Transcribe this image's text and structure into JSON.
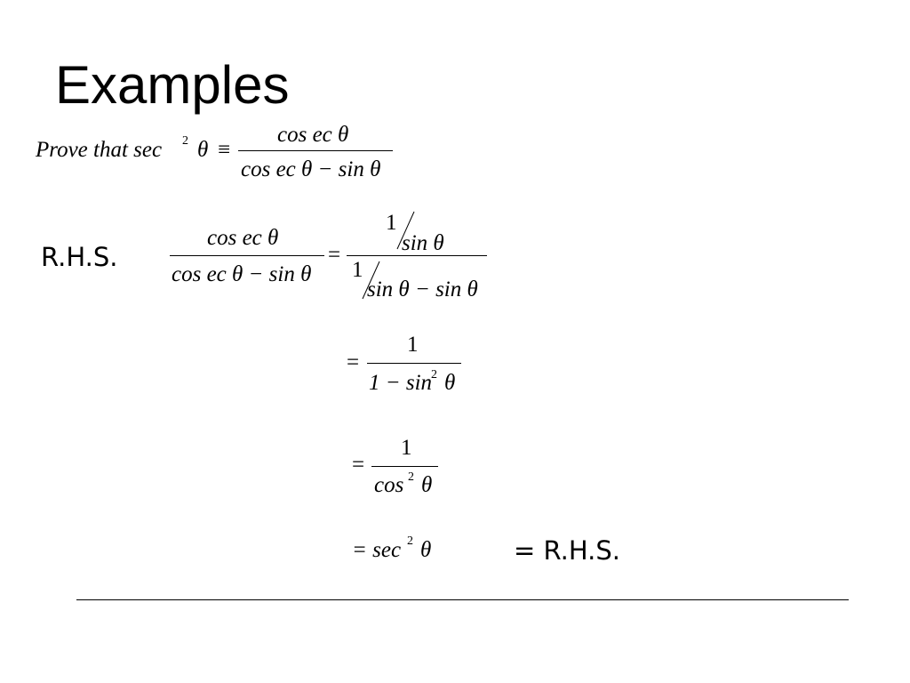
{
  "slide": {
    "title": "Examples",
    "statement": {
      "prefix": "Prove that sec",
      "exp": "2",
      "theta": "θ",
      "equiv": "≡",
      "num": "cos ec θ",
      "den": "cos ec θ − sin θ"
    },
    "rhs_label": "R.H.S.",
    "step1": {
      "num": "cos ec θ",
      "den": "cos ec θ − sin θ",
      "eq": "=",
      "top_one": "1",
      "top_sin": "sin θ",
      "bot_one": "1",
      "bot_expr": "sin θ − sin θ"
    },
    "step2": {
      "eq": "=",
      "num": "1",
      "den_a": "1 − sin",
      "exp": "2",
      "den_b": "θ"
    },
    "step3": {
      "eq": "=",
      "num": "1",
      "den_a": "cos",
      "exp": "2",
      "den_b": "θ"
    },
    "step4": {
      "lead": "= sec",
      "exp": "2",
      "theta": "θ"
    },
    "conclusion": "= R.H.S."
  }
}
